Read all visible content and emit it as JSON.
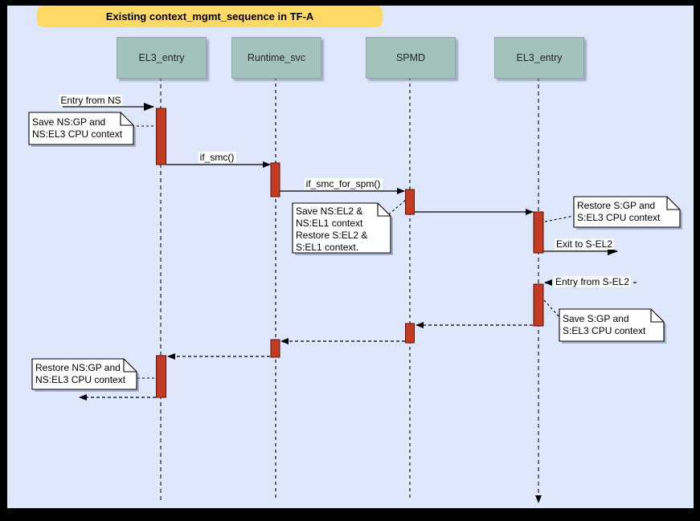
{
  "title": "Existing context_mgmt_sequence in TF-A",
  "colors": {
    "background": "#dee7fc",
    "frame": "#000000",
    "banner": "#ffd966",
    "lifeline_box": "#a3c2bd",
    "activation_fill": "#c23b22",
    "activation_border": "#5c1208",
    "note_fill": "#ffffff"
  },
  "lifelines": [
    {
      "label": "EL3_entry"
    },
    {
      "label": "Runtime_svc"
    },
    {
      "label": "SPMD"
    },
    {
      "label": "EL3_entry"
    }
  ],
  "messages": {
    "entry_from_ns": "Entry from NS",
    "if_smc": "if_smc()",
    "if_smc_for_spm": "if_smc_for_spm()",
    "exit_to_sel2": "Exit to S-EL2",
    "entry_from_sel2": "Entry from S-EL2"
  },
  "notes": {
    "save_ns_gp": "Save NS:GP and\nNS:EL3 CPU context",
    "save_ns_el2": "Save NS:EL2 &\nNS:EL1 context\nRestore S:EL2 &\nS:EL1 context.",
    "restore_s_gp": "Restore S:GP and\nS:EL3 CPU context",
    "save_s_gp": "Save S:GP and\nS:EL3 CPU context",
    "restore_ns_gp": "Restore NS:GP and\nNS:EL3 CPU context"
  }
}
